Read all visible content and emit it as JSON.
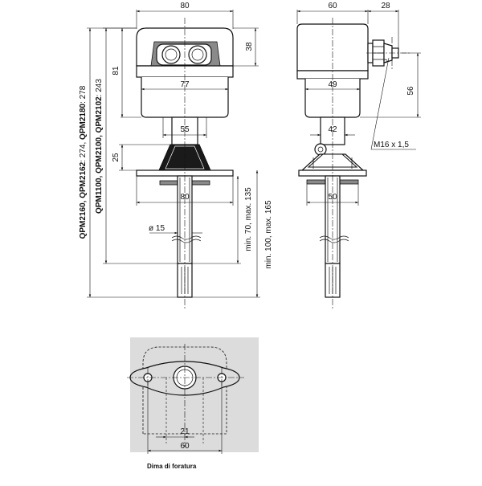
{
  "front_view": {
    "dim_width_top": "80",
    "dim_housing_height": "38",
    "dim_total_height": "81",
    "dim_inner_width": "77",
    "dim_neck": "55",
    "dim_bracket_height": "25",
    "dim_flange": "80",
    "dim_tube": "ø 15",
    "dim_length_short": "min. 70, max. 135",
    "dim_length_long": "min. 100, max. 165",
    "models_long_prefix": "QPM2160, QPM2162",
    "models_long_mid": ": 274, ",
    "models_long_model": "QPM2180",
    "models_long_value": ": 278",
    "models_short_prefix": "QPM1100, QPM2100, QPM2102",
    "models_short_value": ": 243"
  },
  "side_view": {
    "dim_width": "60",
    "dim_gland": "28",
    "dim_inner_width": "49",
    "dim_gland_height": "56",
    "dim_neck": "42",
    "dim_flange": "50",
    "thread_label": "M16 x 1,5"
  },
  "template": {
    "dim_hole_spacing": "21",
    "dim_width": "60",
    "caption": "Dima di foratura"
  }
}
